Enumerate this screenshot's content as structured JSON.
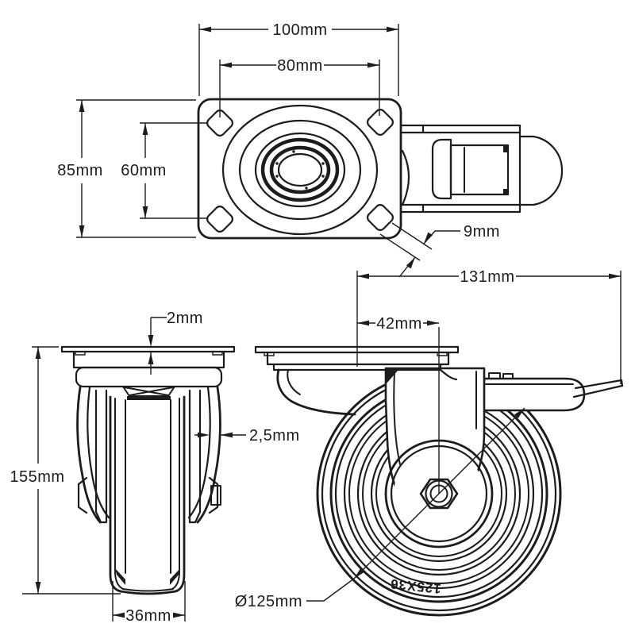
{
  "drawing": {
    "background": "#ffffff",
    "line_color": "#1c1c1c",
    "views": {
      "top": {
        "dim_plate_width": "100mm",
        "dim_bolt_spacing_width": "80mm",
        "dim_plate_depth": "85mm",
        "dim_bolt_spacing_depth": "60mm",
        "dim_bolt_hole": "9mm"
      },
      "front": {
        "dim_plate_thickness": "2mm",
        "dim_total_height": "155mm",
        "dim_fork_thickness": "2,5mm",
        "dim_wheel_width": "36mm"
      },
      "side": {
        "dim_total_length": "131mm",
        "dim_swivel_offset": "42mm",
        "dim_wheel_diameter": "Ø125mm",
        "wheel_marking": "125X36"
      }
    }
  }
}
